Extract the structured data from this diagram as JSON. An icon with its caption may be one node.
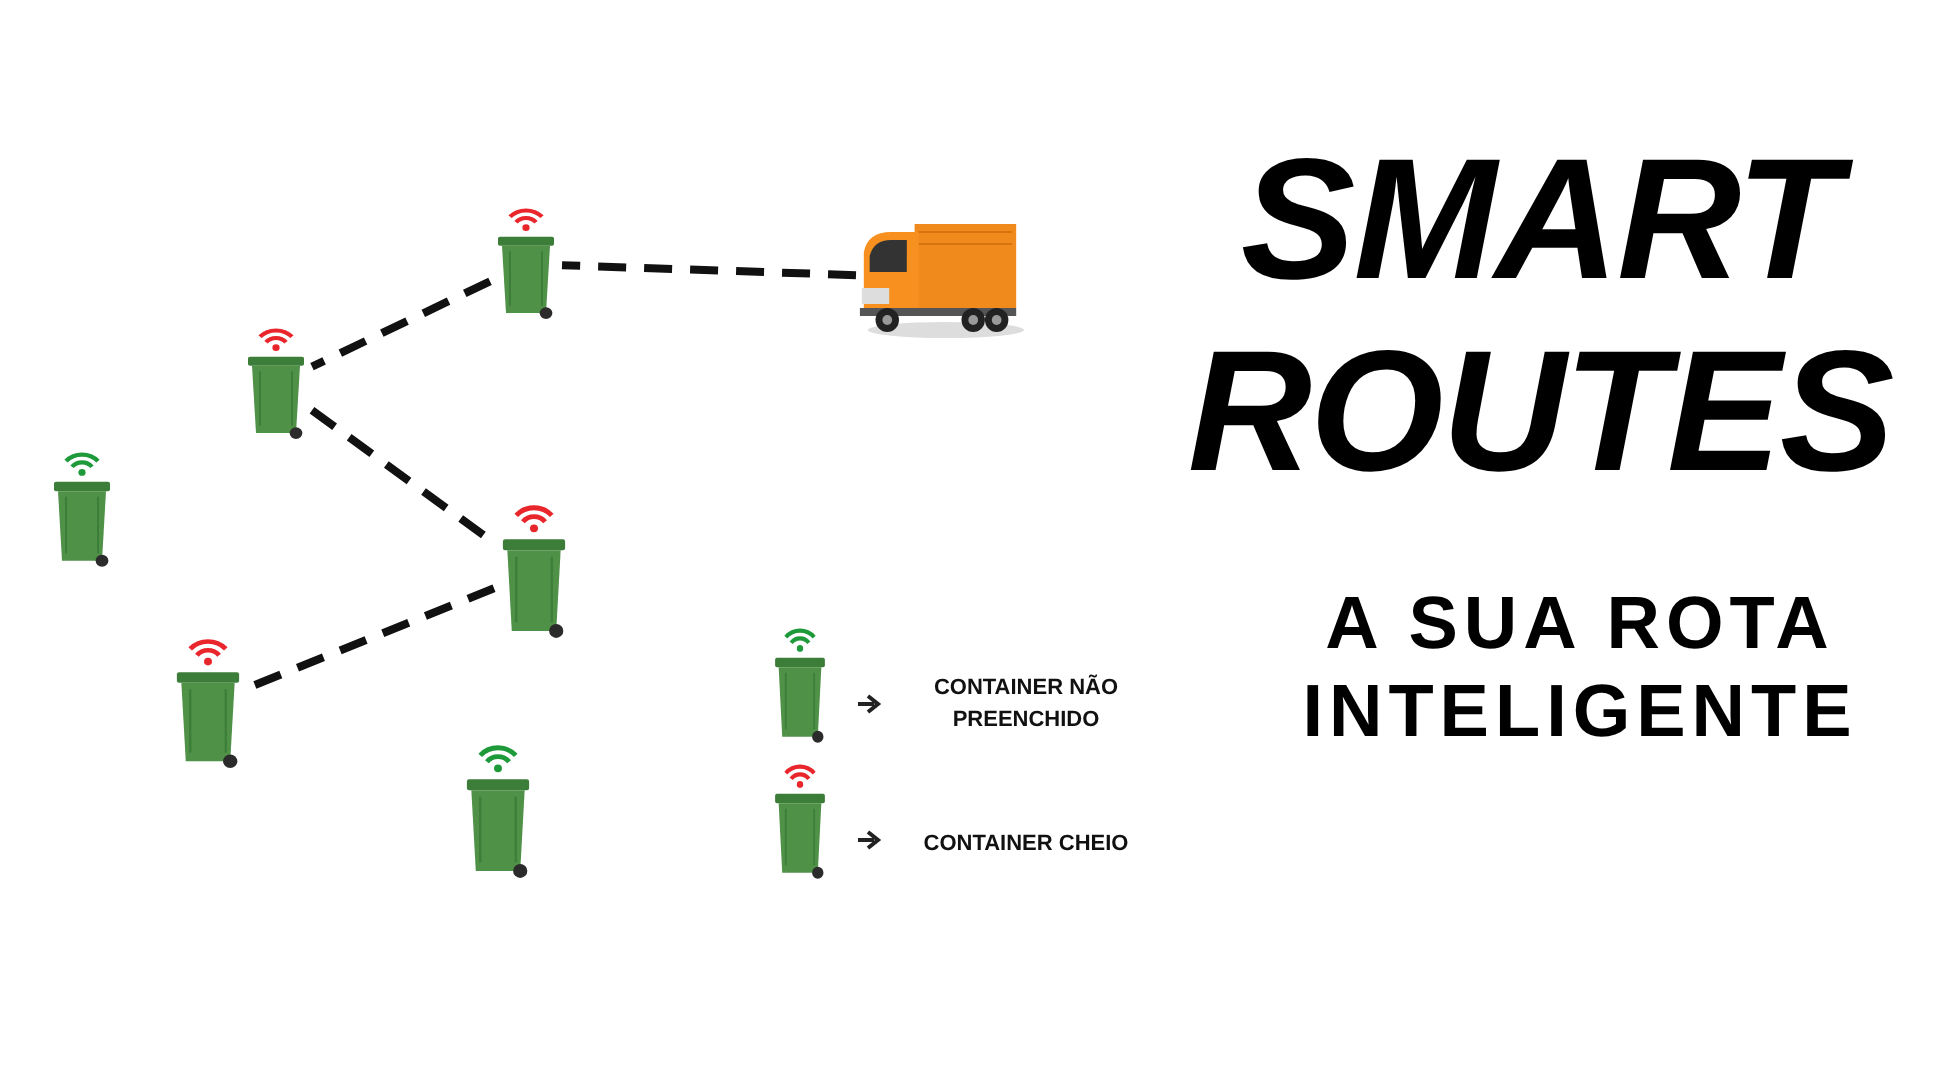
{
  "diagram": {
    "title": "SMART ROUTES",
    "nodes": [
      {
        "text": [],
        "shape": "picture"
      },
      {
        "text": [],
        "shape": "picture"
      },
      {
        "text": [],
        "shape": "picture"
      },
      {
        "text": [],
        "shape": "picture"
      },
      {
        "text": [],
        "shape": "picture"
      },
      {
        "text": [],
        "shape": "picture"
      },
      {
        "text": [],
        "shape": "picture"
      }
    ],
    "edges": [
      {
        "from": 0,
        "to": 1,
        "arrow": "none",
        "style": "dashed"
      },
      {
        "from": 1,
        "to": 2,
        "arrow": "none",
        "style": "dashed"
      },
      {
        "from": 2,
        "to": 4,
        "arrow": "none",
        "style": "dashed"
      },
      {
        "from": 4,
        "to": 5,
        "arrow": "none",
        "style": "dashed"
      }
    ],
    "labels": [
      "A SUA ROTA INTELIGENTE"
    ],
    "legend": [
      {
        "text": "CONTAINER NÃO PREENCHIDO"
      },
      {
        "text": "CONTAINER CHEIO"
      }
    ]
  }
}
